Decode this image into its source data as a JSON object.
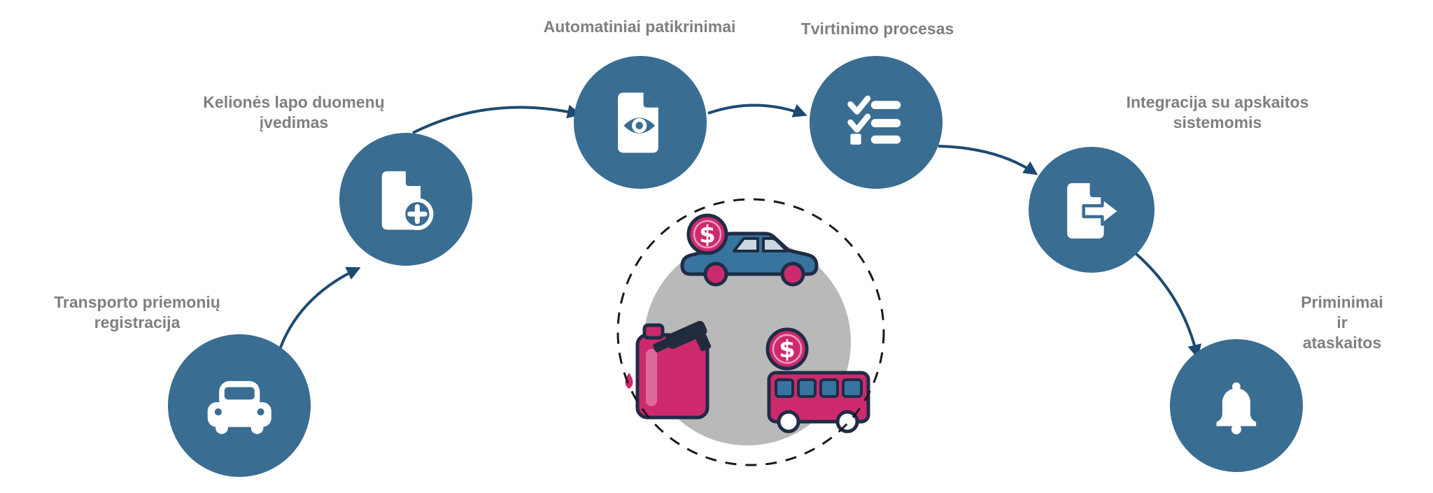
{
  "colors": {
    "node_blue": "#3a6d92",
    "arrow_navy": "#1d4a70",
    "label_gray": "#7f7f7f",
    "magenta": "#cd2a6e",
    "illustration_blue": "#37749f",
    "outline_navy": "#1f2c45",
    "backdrop_gray": "#b9b9b9",
    "icon_white": "#ffffff"
  },
  "steps": [
    {
      "label": "Transporto priemonių\nregistracija",
      "icon": "car-icon"
    },
    {
      "label": "Kelionės lapo duomenų\nįvedimas",
      "icon": "document-add-icon"
    },
    {
      "label": "Automatiniai patikrinimai",
      "icon": "document-eye-icon"
    },
    {
      "label": "Tvirtinimo procesas",
      "icon": "checklist-icon"
    },
    {
      "label": "Integracija su apskaitos\nsistemomis",
      "icon": "document-export-icon"
    },
    {
      "label": "Priminimai ir\nataskaitos",
      "icon": "bell-icon"
    }
  ],
  "center_illustration": {
    "coin_symbol": "$",
    "items": [
      "dollar-coin",
      "car",
      "fuel-canister",
      "dollar-coin",
      "bus"
    ]
  }
}
